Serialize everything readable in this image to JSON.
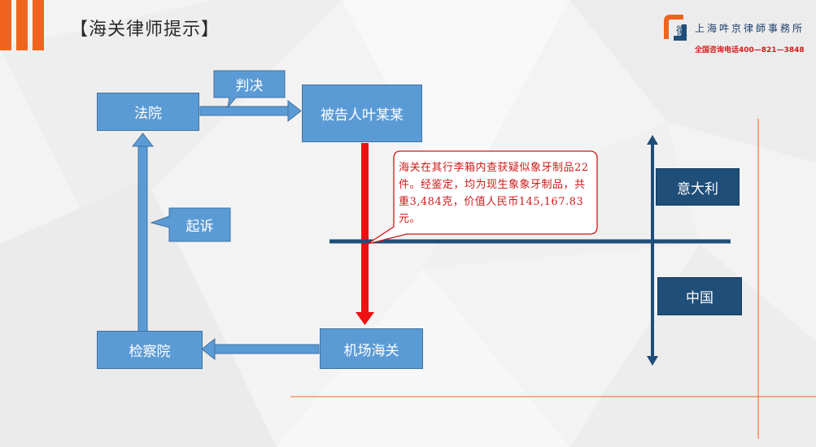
{
  "header": {
    "title": "【海关律师提示】"
  },
  "logo": {
    "mark_glyph": "徽",
    "firm_name": "上海吽京律師事務所",
    "hotline": "全国咨询电话400—821—3848"
  },
  "diagram": {
    "nodes": {
      "court": "法院",
      "defendant": "被告人叶某某",
      "procuratorate": "检察院",
      "airport_customs": "机场海关",
      "italy": "意大利",
      "china": "中国"
    },
    "labels": {
      "judgment": "判决",
      "prosecution": "起诉"
    },
    "callout": "海关在其行李箱内查获疑似象牙制品22件。经鉴定，均为现生象象牙制品，共重3,484克，价值人民币145,167.83元。"
  },
  "colors": {
    "accent": "#f0641e",
    "box_fill": "#5b9bd5",
    "navy_fill": "#1f4e79",
    "arrow_red": "#ee1111",
    "callout_text": "#d01818"
  }
}
